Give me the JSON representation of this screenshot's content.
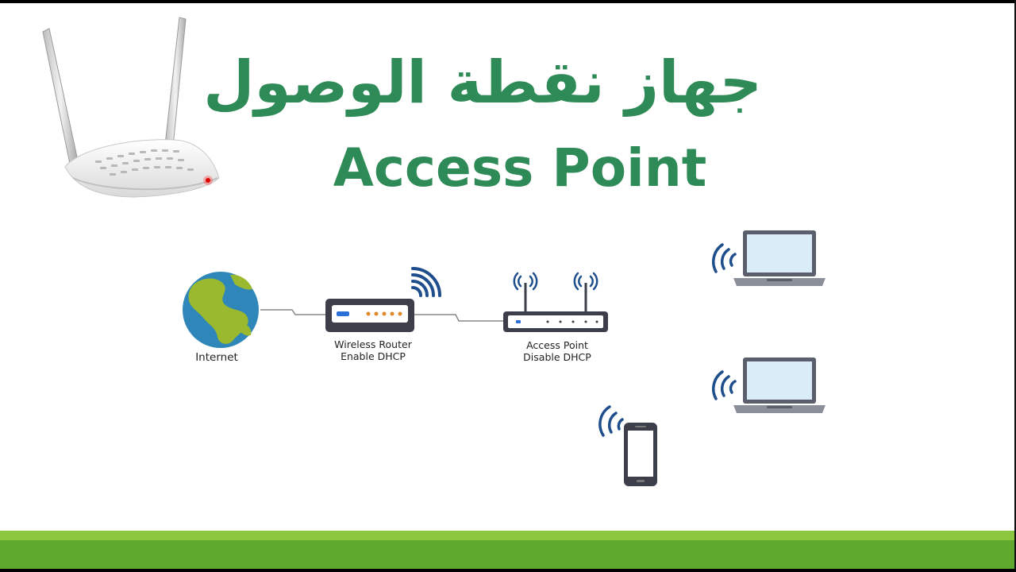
{
  "title": {
    "arabic": "جهاز نقطة الوصول",
    "english": "Access Point"
  },
  "nodes": {
    "internet": {
      "label": "Internet"
    },
    "router": {
      "line1": "Wireless Router",
      "line2": "Enable DHCP"
    },
    "access_point": {
      "line1": "Access Point",
      "line2": "Disable DHCP"
    }
  },
  "icons": [
    "router-product-icon",
    "globe-icon",
    "wireless-router-icon",
    "access-point-icon",
    "laptop-icon",
    "smartphone-icon",
    "wifi-signal-icon"
  ],
  "colors": {
    "title_green": "#2e8b57",
    "band_light": "#8cc63f",
    "band_dark": "#5fa82e",
    "device_dark": "#3c3f4a",
    "wifi_blue": "#1e4e8c",
    "globe_ocean": "#2f86b8",
    "globe_land": "#9ab92e"
  }
}
